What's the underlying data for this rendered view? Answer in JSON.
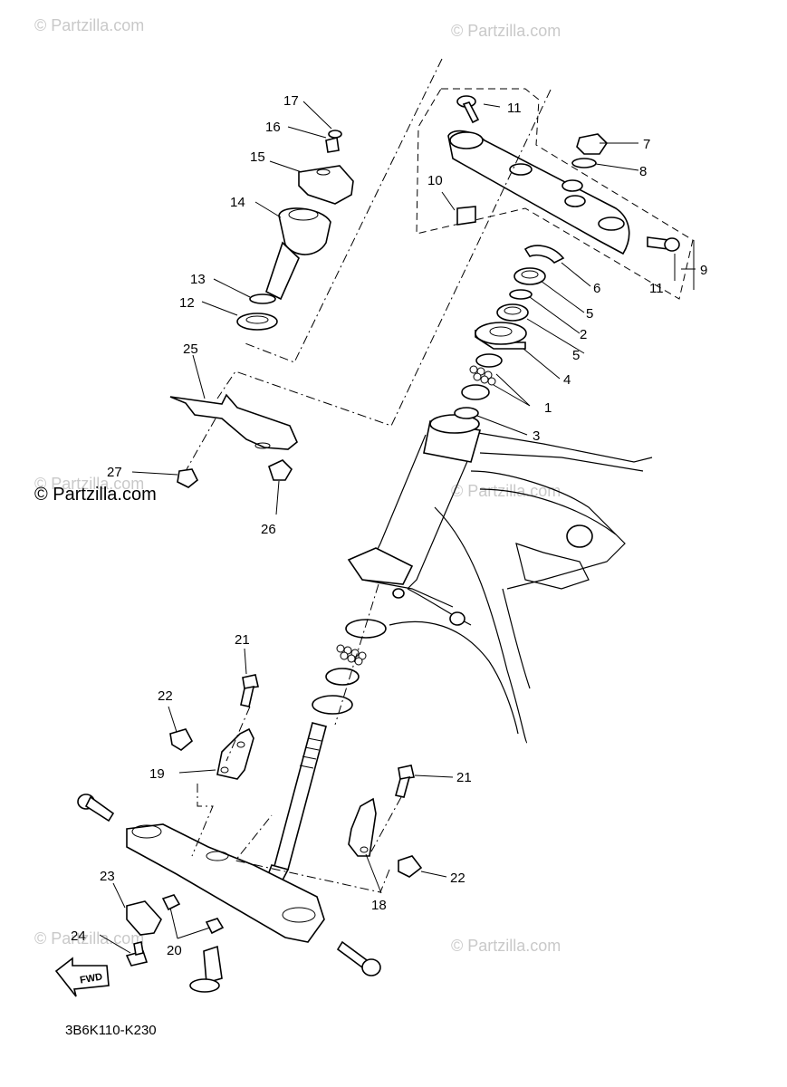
{
  "watermarks": {
    "wm1": "© Partzilla.com",
    "wm2": "© Partzilla.com",
    "wm3": "© Partzilla.com",
    "wm4": "© Partzilla.com",
    "wm5": "© Partzilla.com",
    "wm6": "© Partzilla.com",
    "wm_dark": "© Partzilla.com"
  },
  "callouts": {
    "c1": "1",
    "c2": "2",
    "c3": "3",
    "c4": "4",
    "c5a": "5",
    "c5b": "5",
    "c6": "6",
    "c7": "7",
    "c8": "8",
    "c9": "9",
    "c10": "10",
    "c11a": "11",
    "c11b": "11",
    "c12": "12",
    "c13": "13",
    "c14": "14",
    "c15": "15",
    "c16": "16",
    "c17": "17",
    "c18": "18",
    "c19": "19",
    "c20": "20",
    "c21a": "21",
    "c21b": "21",
    "c22a": "22",
    "c22b": "22",
    "c23": "23",
    "c24": "24",
    "c25": "25",
    "c26": "26",
    "c27": "27"
  },
  "fwd_label": "FWD",
  "diagram_code": "3B6K110-K230"
}
